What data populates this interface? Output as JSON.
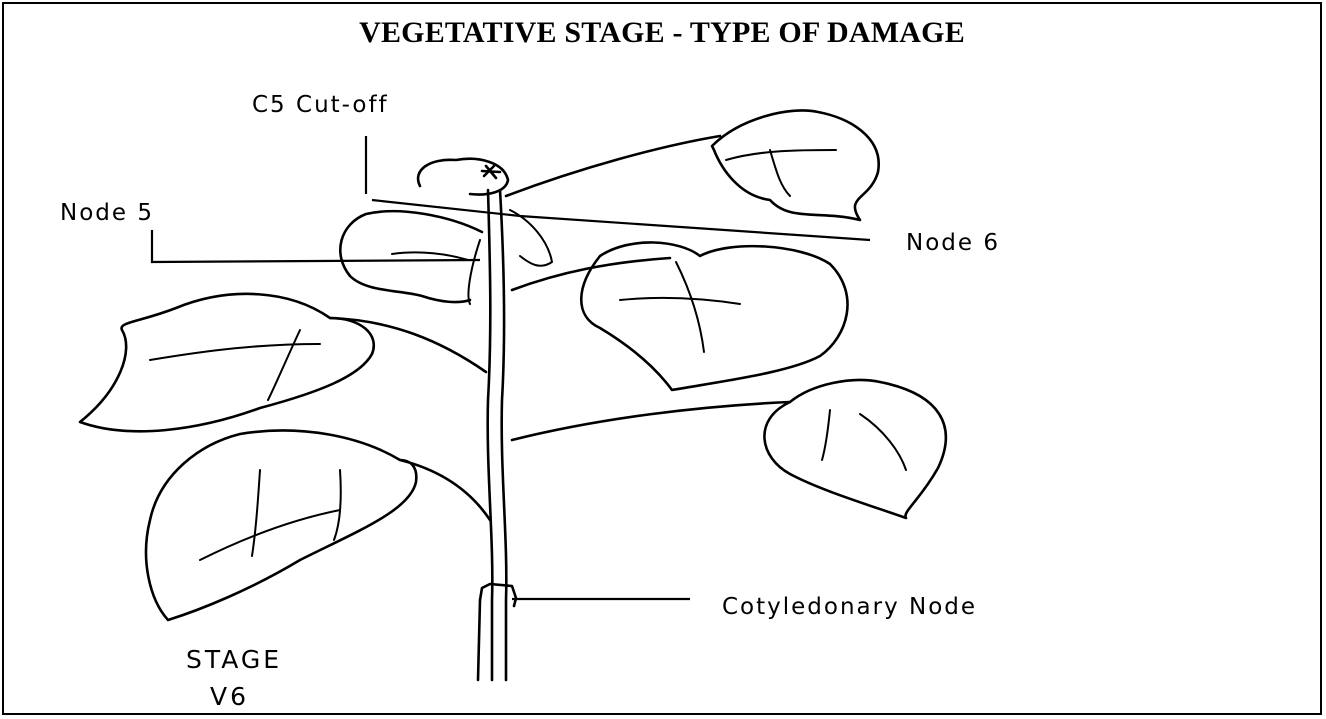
{
  "title": "VEGETATIVE STAGE - TYPE OF DAMAGE",
  "labels": {
    "c5_cutoff": "C5 Cut-off",
    "node5": "Node 5",
    "node6": "Node 6",
    "cotyledonary": "Cotyledonary Node",
    "stage_line1": "STAGE",
    "stage_line2": "V6"
  },
  "colors": {
    "ink": "#000000",
    "background": "#ffffff"
  }
}
